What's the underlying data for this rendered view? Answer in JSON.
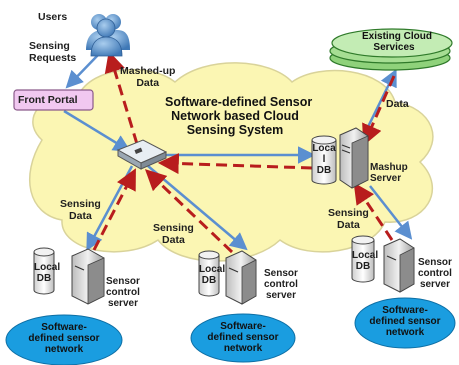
{
  "title": [
    "Software-defined Sensor",
    "Network based Cloud",
    "Sensing System"
  ],
  "users_label": "Users",
  "sensing_requests": [
    "Sensing",
    "Requests"
  ],
  "front_portal": "Front Portal",
  "mashed_up_data": [
    "Mashed-up",
    "Data"
  ],
  "existing_cloud_services": [
    "Existing Cloud",
    "Services"
  ],
  "data_label": "Data",
  "mashup_server": [
    "Mashup",
    "Server"
  ],
  "mashup_local_db": [
    "Loca",
    "l",
    "DB"
  ],
  "local_db": [
    "Local",
    "DB"
  ],
  "sensor_control_server": [
    "Sensor",
    "control",
    "server"
  ],
  "sensing_data": [
    "Sensing",
    "Data"
  ],
  "sensor_network": [
    "Software-",
    "defined sensor",
    "network"
  ],
  "colors": {
    "cloud_fill": "#fbf6b3",
    "cloud_stroke": "#d9d39a",
    "front_portal_fill": "#f1c8f0",
    "front_portal_stroke": "#8a5a8a",
    "existing_services_fill": "#b6e8a6",
    "sensor_network_fill": "#1a9de0",
    "arrow_blue": "#5b8fd0",
    "arrow_red": "#b81d1d",
    "server_fill": "#d9d9d9"
  }
}
